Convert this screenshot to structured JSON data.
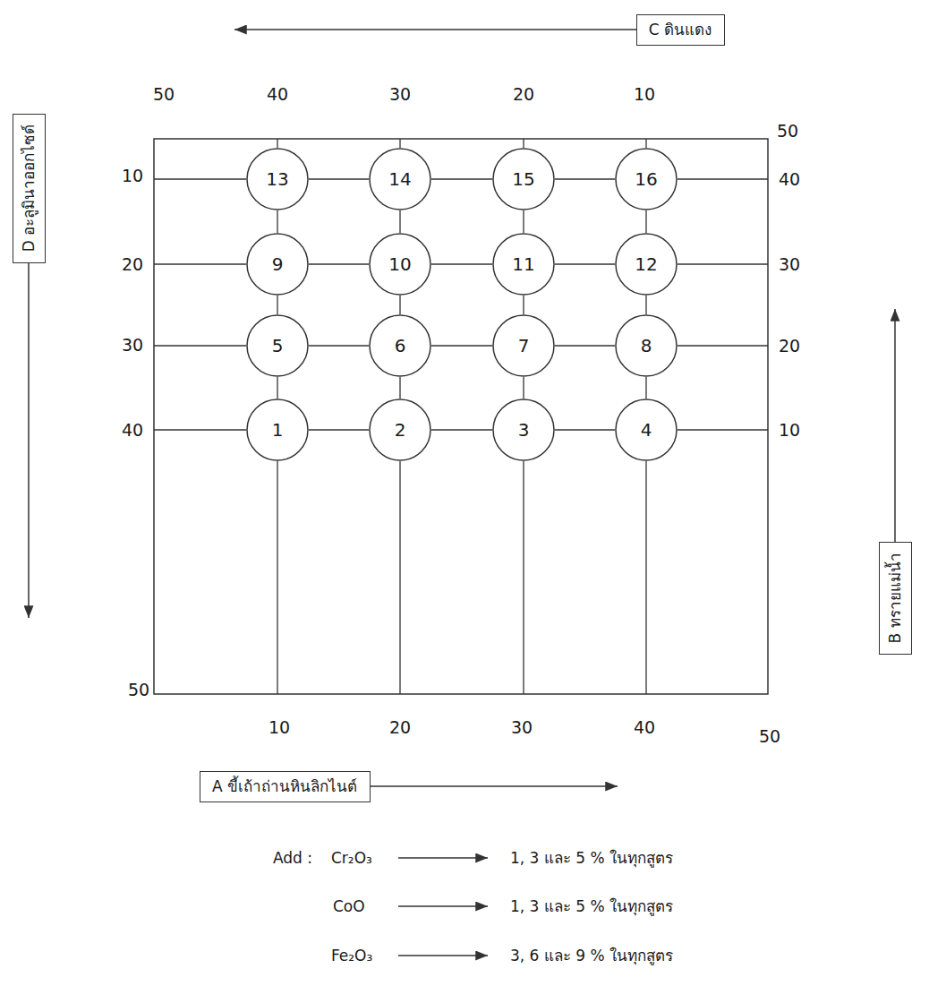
{
  "diagram": {
    "nodes": [
      {
        "text": [
          "C ดินแดง"
        ]
      },
      {
        "text": [
          "D อะลูมินาออกไซด์"
        ]
      },
      {
        "text": [
          "13"
        ]
      },
      {
        "text": [
          "14"
        ]
      },
      {
        "text": [
          "15"
        ]
      },
      {
        "text": [
          "16"
        ]
      },
      {
        "text": [
          "9"
        ]
      },
      {
        "text": [
          "10"
        ]
      },
      {
        "text": [
          "11"
        ]
      },
      {
        "text": [
          "12"
        ]
      },
      {
        "text": [
          "5"
        ]
      },
      {
        "text": [
          "6"
        ]
      },
      {
        "text": [
          "7"
        ]
      },
      {
        "text": [
          "8"
        ]
      },
      {
        "text": [
          "1"
        ]
      },
      {
        "text": [
          "2"
        ]
      },
      {
        "text": [
          "3"
        ]
      },
      {
        "text": [
          "4"
        ]
      },
      {
        "text": [
          "B ทรายแม่น้ำ"
        ]
      },
      {
        "text": [
          "A ขี้เถ้าถ่านหินลิกไนต์"
        ]
      }
    ],
    "edges": [
      {
        "from": 2,
        "to": 3,
        "arrow": "none"
      },
      {
        "from": 3,
        "to": 4,
        "arrow": "none"
      },
      {
        "from": 4,
        "to": 5,
        "arrow": "none"
      },
      {
        "from": 6,
        "to": 7,
        "arrow": "none"
      },
      {
        "from": 7,
        "to": 8,
        "arrow": "none"
      },
      {
        "from": 8,
        "to": 9,
        "arrow": "none"
      },
      {
        "from": 10,
        "to": 11,
        "arrow": "none"
      },
      {
        "from": 11,
        "to": 12,
        "arrow": "none"
      },
      {
        "from": 12,
        "to": 13,
        "arrow": "none"
      },
      {
        "from": 14,
        "to": 15,
        "arrow": "none"
      },
      {
        "from": 15,
        "to": 16,
        "arrow": "none"
      },
      {
        "from": 16,
        "to": 17,
        "arrow": "none"
      },
      {
        "from": 2,
        "to": 6,
        "arrow": "none"
      },
      {
        "from": 3,
        "to": 7,
        "arrow": "none"
      },
      {
        "from": 4,
        "to": 8,
        "arrow": "none"
      },
      {
        "from": 5,
        "to": 9,
        "arrow": "none"
      },
      {
        "from": 6,
        "to": 10,
        "arrow": "none"
      },
      {
        "from": 7,
        "to": 11,
        "arrow": "none"
      },
      {
        "from": 8,
        "to": 12,
        "arrow": "none"
      },
      {
        "from": 9,
        "to": 13,
        "arrow": "none"
      },
      {
        "from": 10,
        "to": 14,
        "arrow": "none"
      },
      {
        "from": 11,
        "to": 15,
        "arrow": "none"
      },
      {
        "from": 12,
        "to": 16,
        "arrow": "none"
      },
      {
        "from": 13,
        "to": 17,
        "arrow": "none"
      }
    ],
    "labels": [
      "50",
      "40",
      "30",
      "20",
      "10",
      "50",
      "10",
      "40",
      "20",
      "30",
      "30",
      "20",
      "40",
      "10",
      "50",
      "10",
      "20",
      "30",
      "40",
      "50",
      "Add :",
      "Cr₂O₃",
      "1, 3 และ 5 % ในทุกสูตร",
      "CoO",
      "1, 3 และ 5 % ในทุกสูตร",
      "Fe₂O₃",
      "3, 6 และ 9 % ในทุกสูตร"
    ]
  }
}
